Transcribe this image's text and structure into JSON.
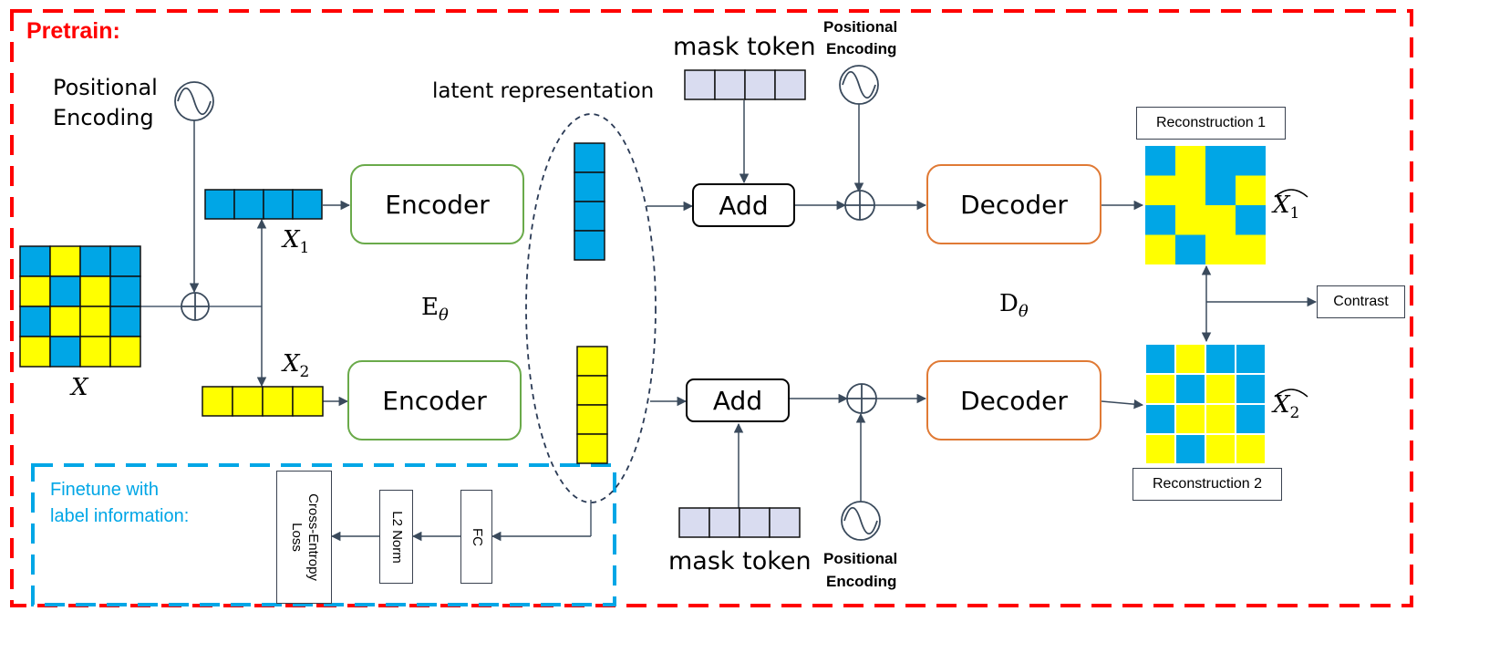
{
  "sections": {
    "pretrain_label": "Pretrain:",
    "finetune_label_line1": "Finetune with",
    "finetune_label_line2": "label information:"
  },
  "inputs": {
    "x_label": "X",
    "x1_label": "X",
    "x1_sub": "1",
    "x2_label": "X",
    "x2_sub": "2"
  },
  "positional_encoding": {
    "left_line1": "Positional",
    "left_line2": "Encoding",
    "top_line1": "Positional",
    "top_line2": "Encoding",
    "bottom_line1": "Positional",
    "bottom_line2": "Encoding"
  },
  "encoders": {
    "top_label": "Encoder",
    "bottom_label": "Encoder",
    "param_main": "E",
    "param_sub": "θ"
  },
  "latent": {
    "label": "latent representation"
  },
  "mask_tokens": {
    "top_label": "mask token",
    "bottom_label": "mask token"
  },
  "add_blocks": {
    "top_label": "Add",
    "bottom_label": "Add"
  },
  "decoders": {
    "top_label": "Decoder",
    "bottom_label": "Decoder",
    "param_main": "D",
    "param_sub": "θ"
  },
  "reconstructions": {
    "r1_label": "Reconstruction 1",
    "r2_label": "Reconstruction 2",
    "x1hat_label": "X",
    "x1hat_sub": "1",
    "x2hat_label": "X",
    "x2hat_sub": "2"
  },
  "contrast": {
    "label": "Contrast"
  },
  "finetune": {
    "fc_label": "FC",
    "l2_label": "L2 Norm",
    "ce_line1": "Cross-Entropy",
    "ce_line2": "Loss"
  },
  "colors": {
    "blue": "#00a6e6",
    "yellow": "#ffff00",
    "mask": "#d9dcf0",
    "pretrain_border": "#ff0000",
    "finetune_border": "#00a6e6",
    "encoder_border": "#6aaa4a",
    "decoder_border": "#e07a35"
  },
  "icons": [
    "sine-wave-icon",
    "plus-circle-icon"
  ]
}
